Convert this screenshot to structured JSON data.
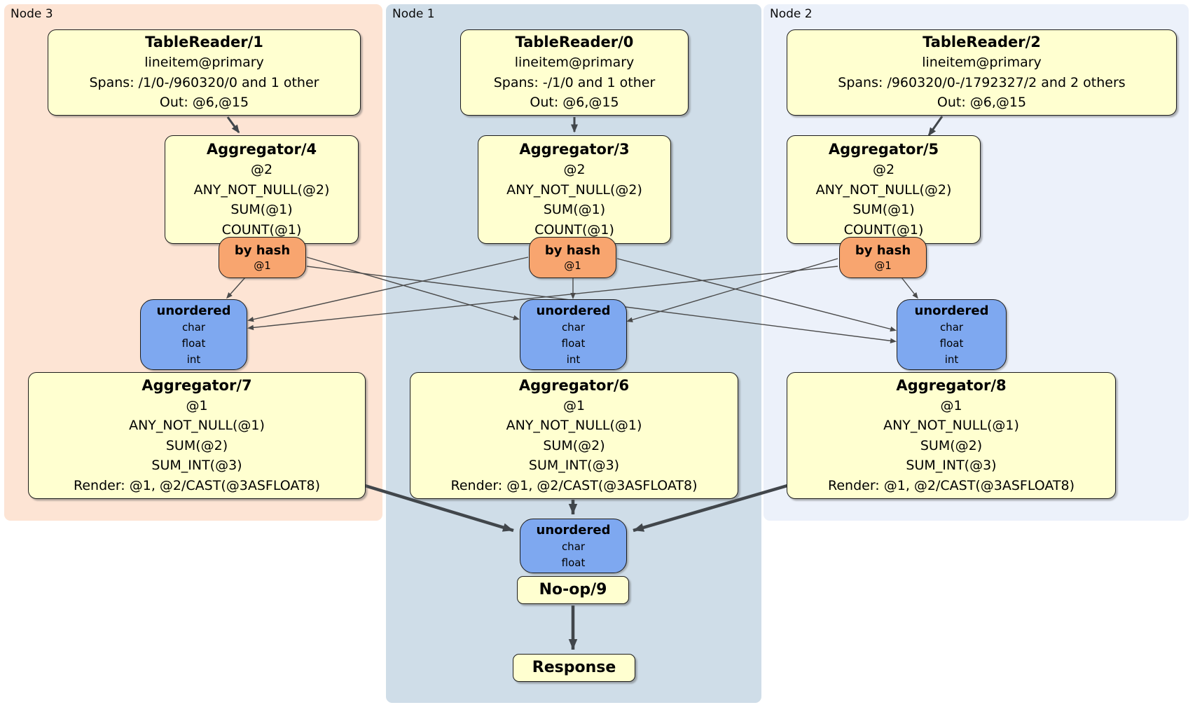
{
  "regions": {
    "node3": {
      "label": "Node 3",
      "bg": "#fde4d4"
    },
    "node1": {
      "label": "Node 1",
      "bg": "#cfdde8"
    },
    "node2": {
      "label": "Node 2",
      "bg": "#ecf1fa"
    }
  },
  "colors": {
    "processor_fill": "#ffffd0",
    "router_fill": "#f8a56f",
    "sync_fill": "#7ea8f0",
    "edge_thin": "#4a4a4a",
    "edge_thick": "#41464b",
    "border": "#1c1c1c"
  },
  "processors": {
    "tr1": {
      "title": "TableReader/1",
      "lines": [
        "lineitem@primary",
        "Spans: /1/0-/960320/0 and 1 other",
        "Out: @6,@15"
      ]
    },
    "tr0": {
      "title": "TableReader/0",
      "lines": [
        "lineitem@primary",
        "Spans: -/1/0 and 1 other",
        "Out: @6,@15"
      ]
    },
    "tr2": {
      "title": "TableReader/2",
      "lines": [
        "lineitem@primary",
        "Spans: /960320/0-/1792327/2 and 2 others",
        "Out: @6,@15"
      ]
    },
    "ag4": {
      "title": "Aggregator/4",
      "lines": [
        "@2",
        "ANY_NOT_NULL(@2)",
        "SUM(@1)",
        "COUNT(@1)"
      ]
    },
    "ag3": {
      "title": "Aggregator/3",
      "lines": [
        "@2",
        "ANY_NOT_NULL(@2)",
        "SUM(@1)",
        "COUNT(@1)"
      ]
    },
    "ag5": {
      "title": "Aggregator/5",
      "lines": [
        "@2",
        "ANY_NOT_NULL(@2)",
        "SUM(@1)",
        "COUNT(@1)"
      ]
    },
    "ag7": {
      "title": "Aggregator/7",
      "lines": [
        "@1",
        "ANY_NOT_NULL(@1)",
        "SUM(@2)",
        "SUM_INT(@3)",
        "Render: @1, @2/CAST(@3ASFLOAT8)"
      ]
    },
    "ag6": {
      "title": "Aggregator/6",
      "lines": [
        "@1",
        "ANY_NOT_NULL(@1)",
        "SUM(@2)",
        "SUM_INT(@3)",
        "Render: @1, @2/CAST(@3ASFLOAT8)"
      ]
    },
    "ag8": {
      "title": "Aggregator/8",
      "lines": [
        "@1",
        "ANY_NOT_NULL(@1)",
        "SUM(@2)",
        "SUM_INT(@3)",
        "Render: @1, @2/CAST(@3ASFLOAT8)"
      ]
    },
    "noop": {
      "title": "No-op/9"
    },
    "response": {
      "title": "Response"
    }
  },
  "routers": {
    "bh_node3": {
      "title": "by hash",
      "key": "@1"
    },
    "bh_node1": {
      "title": "by hash",
      "key": "@1"
    },
    "bh_node2": {
      "title": "by hash",
      "key": "@1"
    }
  },
  "syncs": {
    "un_node3": {
      "title": "unordered",
      "streams": [
        "char",
        "float",
        "int"
      ]
    },
    "un_node1": {
      "title": "unordered",
      "streams": [
        "char",
        "float",
        "int"
      ]
    },
    "un_node2": {
      "title": "unordered",
      "streams": [
        "char",
        "float",
        "int"
      ]
    },
    "un_final": {
      "title": "unordered",
      "streams": [
        "char",
        "float"
      ]
    }
  },
  "edges": [
    {
      "from": "tr1",
      "to": "ag4"
    },
    {
      "from": "tr0",
      "to": "ag3"
    },
    {
      "from": "tr2",
      "to": "ag5"
    },
    {
      "from": "ag4",
      "to": "bh_node3"
    },
    {
      "from": "ag3",
      "to": "bh_node1"
    },
    {
      "from": "ag5",
      "to": "bh_node2"
    },
    {
      "from": "bh_node3",
      "to": "un_node3"
    },
    {
      "from": "bh_node3",
      "to": "un_node1"
    },
    {
      "from": "bh_node3",
      "to": "un_node2"
    },
    {
      "from": "bh_node1",
      "to": "un_node3"
    },
    {
      "from": "bh_node1",
      "to": "un_node1"
    },
    {
      "from": "bh_node1",
      "to": "un_node2"
    },
    {
      "from": "bh_node2",
      "to": "un_node3"
    },
    {
      "from": "bh_node2",
      "to": "un_node1"
    },
    {
      "from": "bh_node2",
      "to": "un_node2"
    },
    {
      "from": "un_node3",
      "to": "ag7"
    },
    {
      "from": "un_node1",
      "to": "ag6"
    },
    {
      "from": "un_node2",
      "to": "ag8"
    },
    {
      "from": "ag7",
      "to": "un_final"
    },
    {
      "from": "ag6",
      "to": "un_final"
    },
    {
      "from": "ag8",
      "to": "un_final"
    },
    {
      "from": "un_final",
      "to": "noop"
    },
    {
      "from": "noop",
      "to": "response"
    }
  ]
}
